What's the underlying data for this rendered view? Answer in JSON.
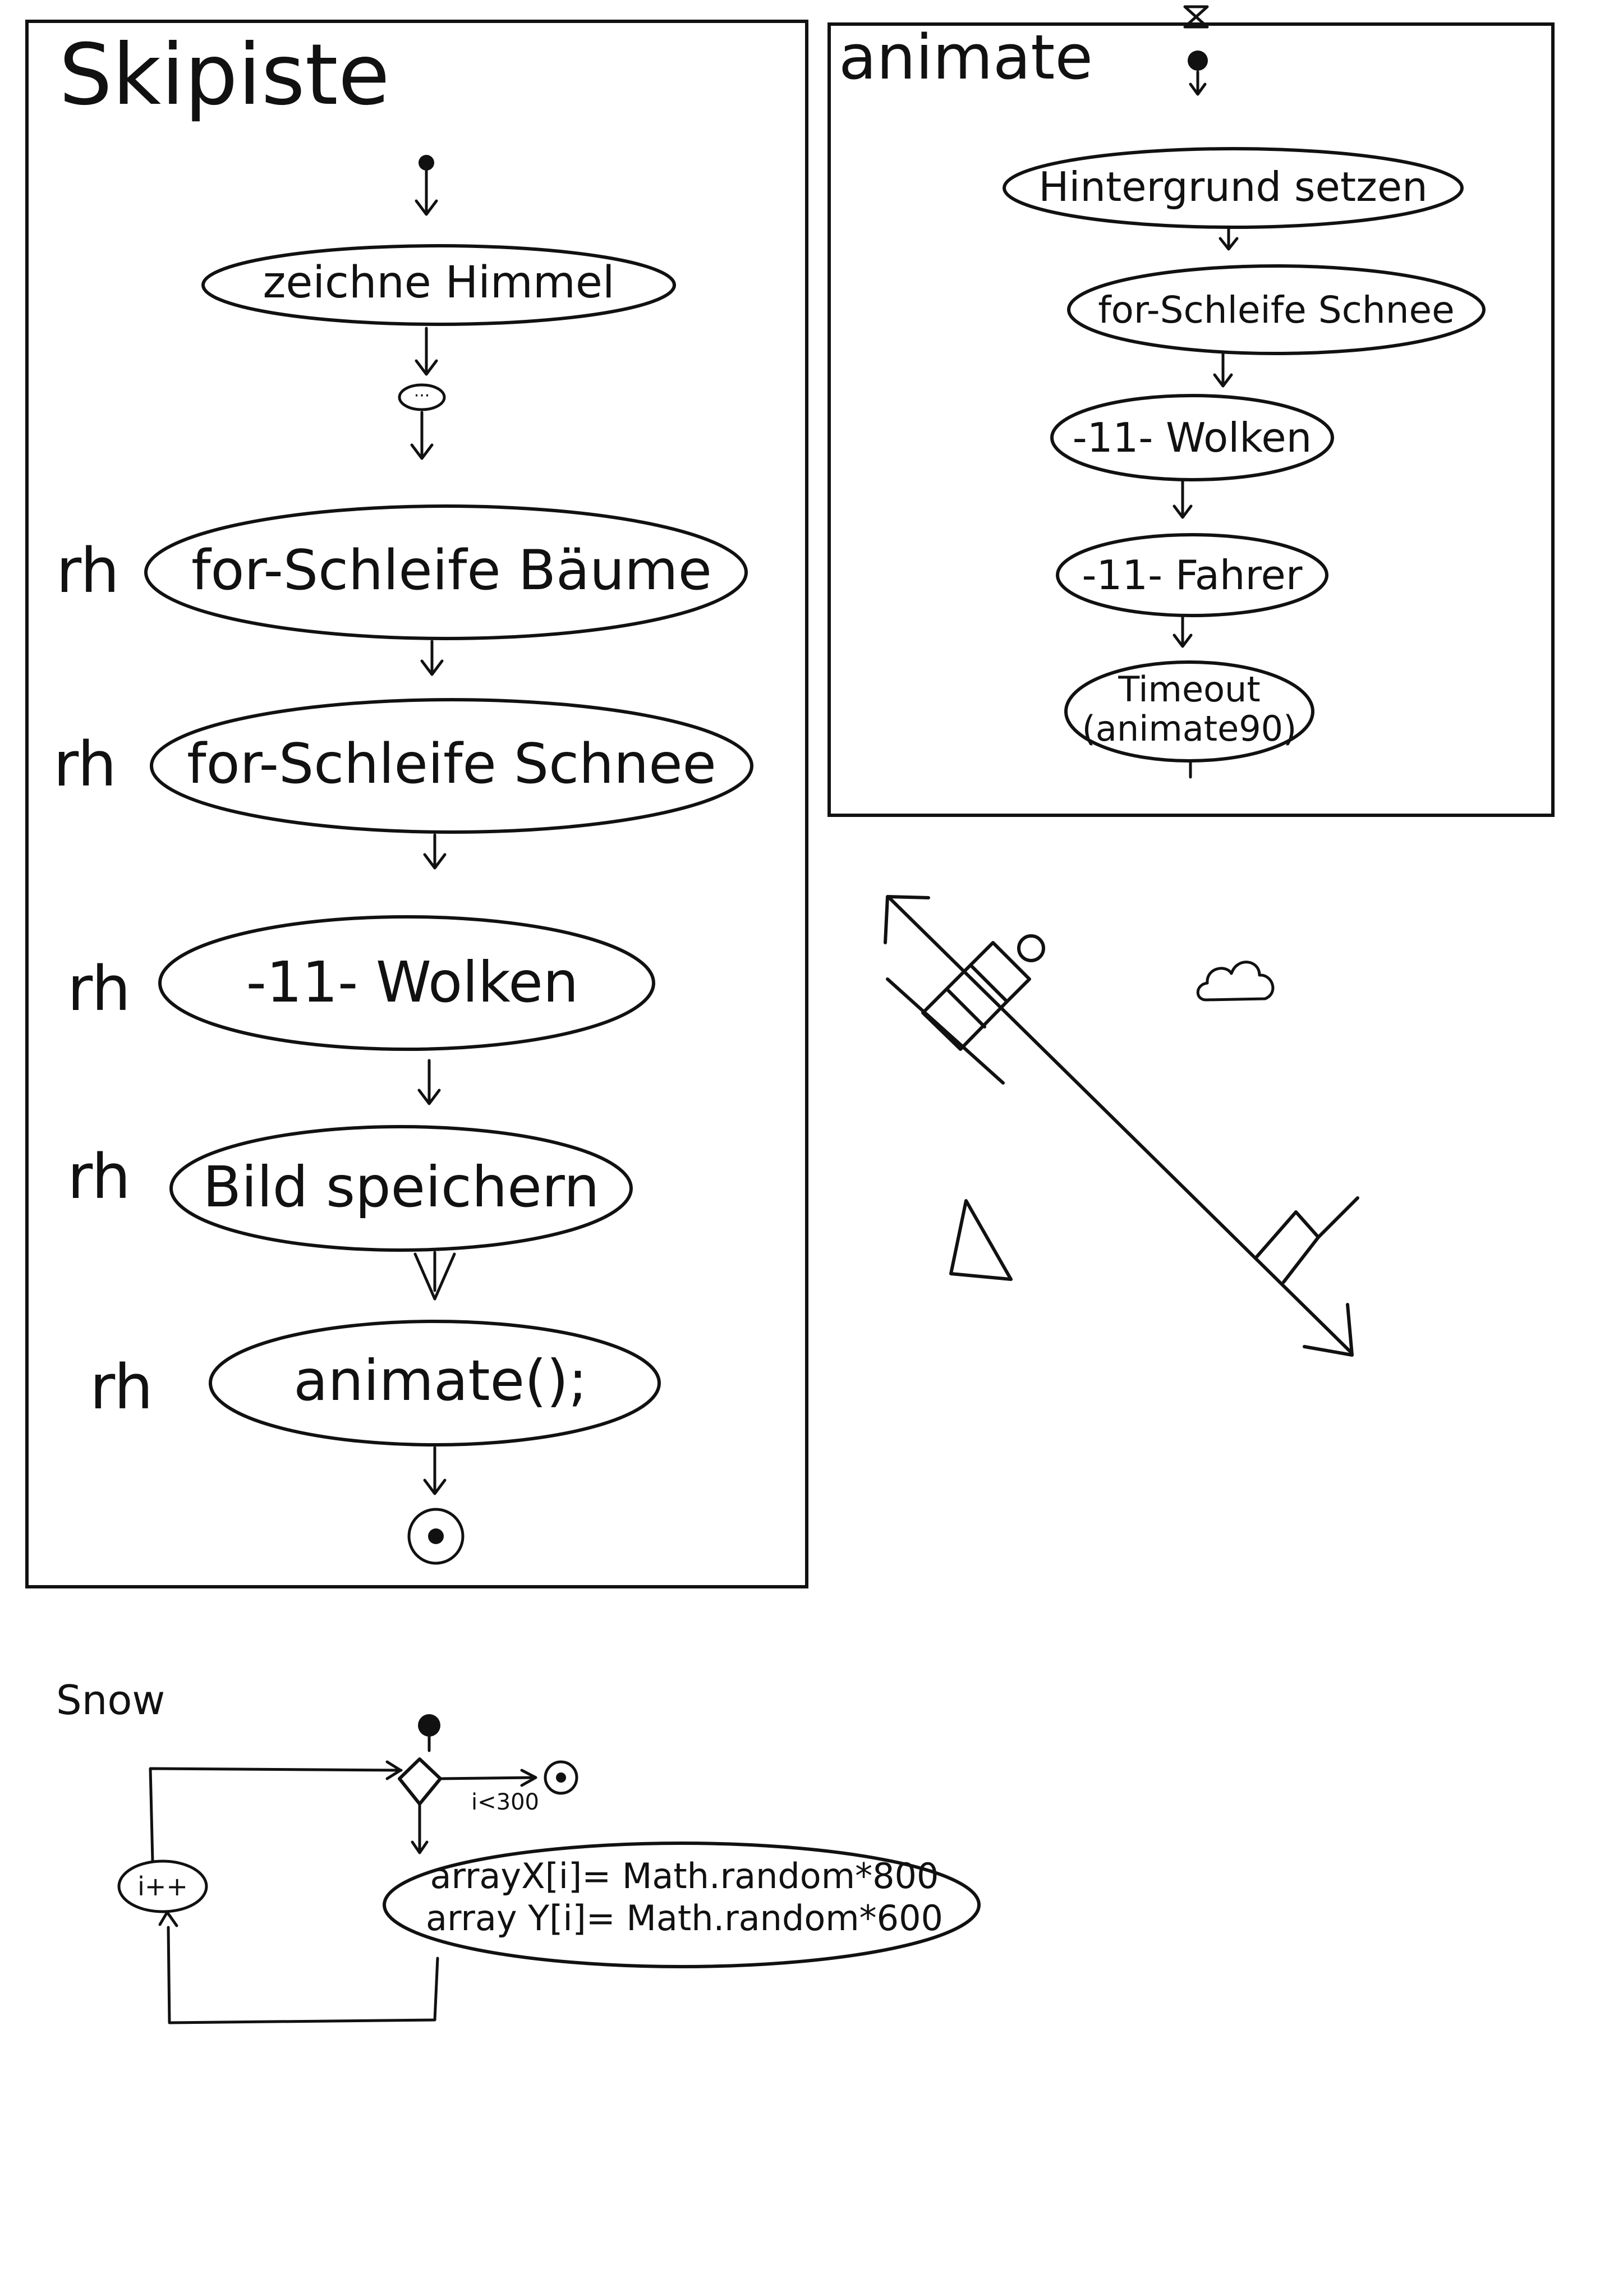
{
  "skipiste": {
    "title": "Skipiste",
    "nodes": [
      "zeichne Himmel",
      "for-Schleife Bäume",
      "for-Schleife Schnee",
      "-11- Wolken",
      "Bild speichern",
      "animate();"
    ],
    "side_marks": [
      "rh",
      "rh",
      "rh",
      "rh",
      "rh"
    ]
  },
  "animate": {
    "title": "animate",
    "nodes": [
      "Hintergrund setzen",
      "for-Schleife Schnee",
      "-11- Wolken",
      "-11- Fahrer"
    ],
    "timeout_line1": "Timeout",
    "timeout_line2": "(animate90)"
  },
  "snow": {
    "title": "Snow",
    "guard": "i<300",
    "increment": "i++",
    "action_line1": "arrayX[i]= Math.random*800",
    "action_line2": "array Y[i]= Math.random*600"
  }
}
